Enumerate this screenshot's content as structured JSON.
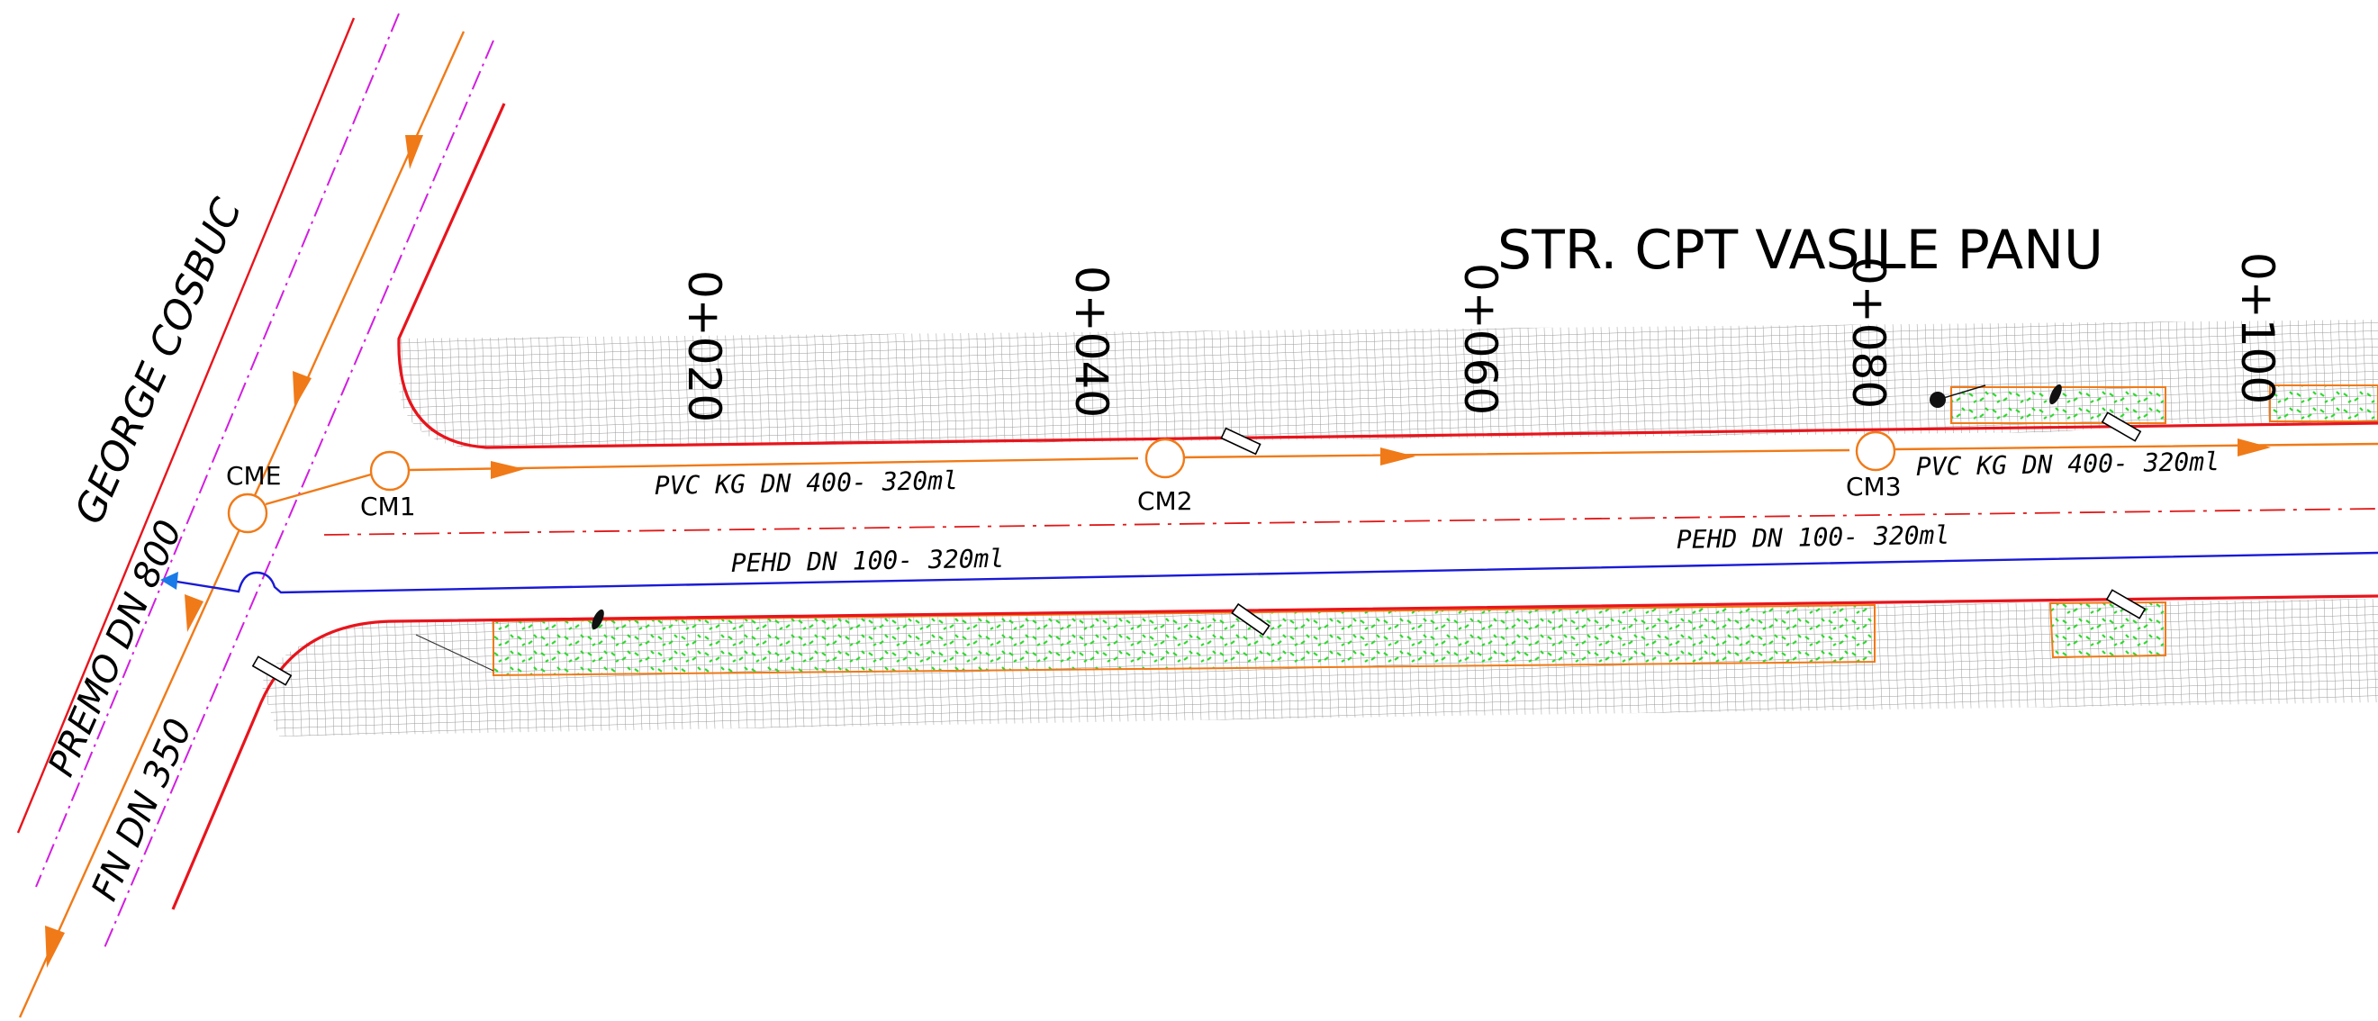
{
  "street_name": "STR. CPT VASILE PANU",
  "cross_street": "GEORGE  COSBUC",
  "chainage": [
    "0+020",
    "0+040",
    "0+060",
    "0+080",
    "0+100"
  ],
  "manholes": {
    "cme": "CME",
    "cm1": "CM1",
    "cm2": "CM2",
    "cm3": "CM3"
  },
  "pipes": {
    "sewer_main_label": "PVC  KG  DN  400-  320ml",
    "sewer_main_label_2": "PVC  KG  DN  400-  320ml",
    "water_main_label": "PEHD  DN  100-  320ml",
    "water_main_label_2": "PEHD  DN  100-  320ml",
    "collector_label": "PREMO  DN  800",
    "existing_label": "FN  DN  350"
  },
  "colors": {
    "curb": "#e8141c",
    "sewer": "#f07a18",
    "water": "#1a1ad6",
    "axis": "#e01818",
    "boundary": "#d21ee0",
    "paving": "#9a9a9a",
    "green": "#2fd82f"
  },
  "icons": [
    "hydrant-icon",
    "flow-arrow-icon",
    "street-inlet-icon"
  ]
}
